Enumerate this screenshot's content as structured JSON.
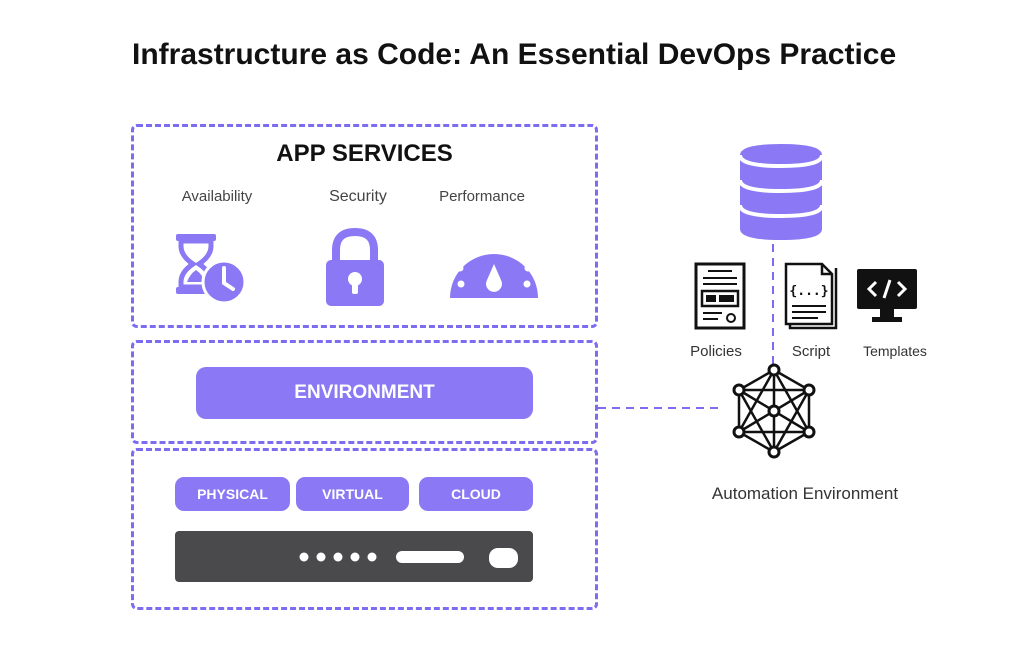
{
  "title": "Infrastructure as Code: An Essential DevOps Practice",
  "app_services": {
    "heading": "APP SERVICES",
    "items": [
      {
        "label": "Availability",
        "icon": "hourglass-clock-icon"
      },
      {
        "label": "Security",
        "icon": "padlock-icon"
      },
      {
        "label": "Performance",
        "icon": "speedometer-icon"
      }
    ]
  },
  "environment": {
    "label": "ENVIRONMENT"
  },
  "infrastructure": {
    "types": [
      "PHYSICAL",
      "VIRTUAL",
      "CLOUD"
    ],
    "server_icon": "server-rack-icon"
  },
  "automation": {
    "database_icon": "database-icon",
    "items": [
      {
        "label": "Policies",
        "icon": "policy-document-icon"
      },
      {
        "label": "Script",
        "icon": "script-document-icon"
      },
      {
        "label": "Templates",
        "icon": "code-monitor-icon"
      }
    ],
    "network_icon": "network-mesh-icon",
    "label": "Automation Environment"
  },
  "colors": {
    "accent": "#8b78f5",
    "dashed_border": "#7b6cf0",
    "server": "#4a4a4d",
    "text": "#111111"
  }
}
